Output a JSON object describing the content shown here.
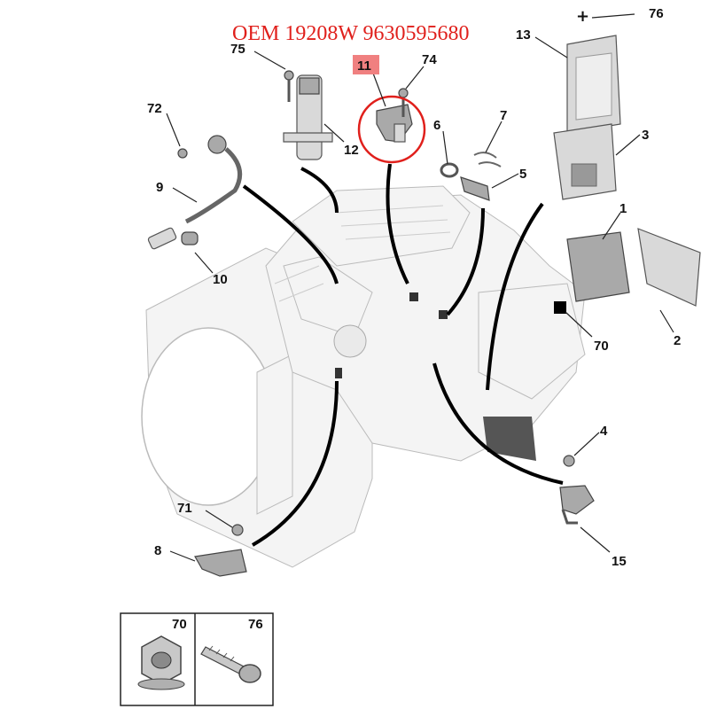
{
  "header": {
    "oem_text": "OEM 19208W 9630595680"
  },
  "highlight": {
    "label": "11",
    "color": "#e0201c",
    "label_bg": "#f08080"
  },
  "callouts": [
    "75",
    "74",
    "13",
    "76",
    "72",
    "12",
    "6",
    "7",
    "3",
    "5",
    "9",
    "1",
    "10",
    "70",
    "2",
    "4",
    "71",
    "8",
    "15"
  ],
  "legend": {
    "nut_label": "70",
    "bolt_label": "76"
  }
}
